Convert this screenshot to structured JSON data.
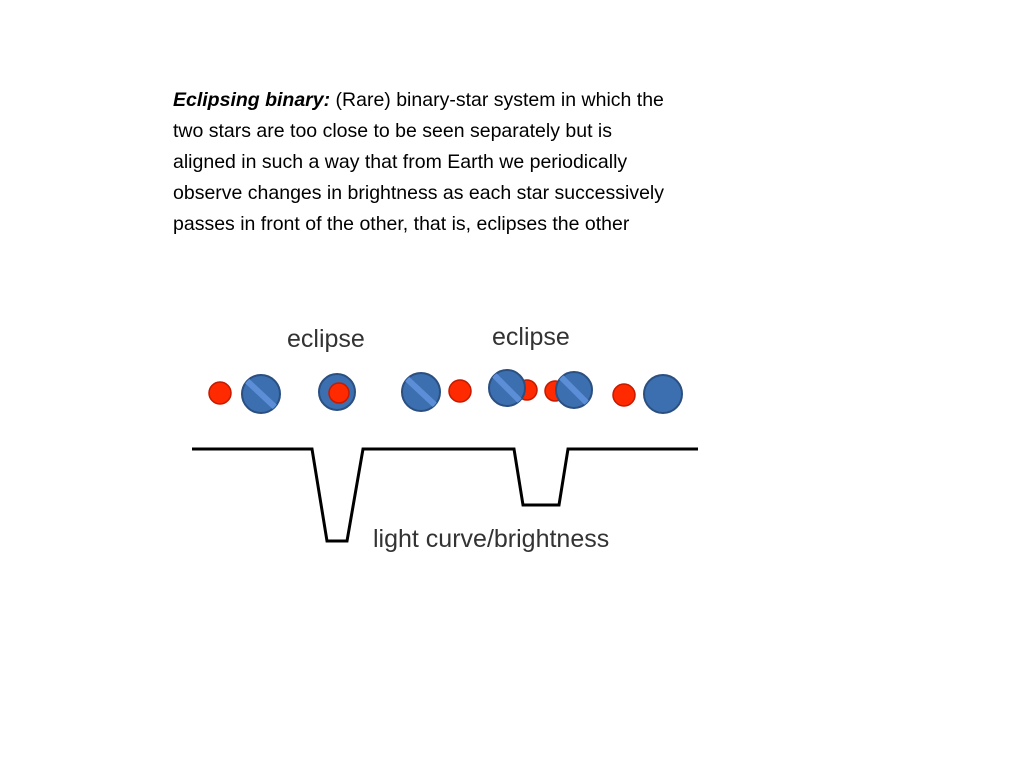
{
  "definition": {
    "term": "Eclipsing binary",
    "term_suffix": ":",
    "body": "  (Rare) binary-star system in which the two stars are too close to be seen separately but is aligned in such a way that from Earth we periodically observe changes in brightness as each star successively  passes in front of the other, that is, eclipses the other"
  },
  "diagram": {
    "eclipse_label_1": "eclipse",
    "eclipse_label_2": "eclipse",
    "curve_label": "light curve/brightness",
    "colors": {
      "small_star": "#ff2a00",
      "small_star_edge": "#c41a00",
      "large_star": "#3c6fb0",
      "large_star_edge": "#2a4f80",
      "stripe": "#5b8ed6",
      "curve": "#000000"
    }
  }
}
